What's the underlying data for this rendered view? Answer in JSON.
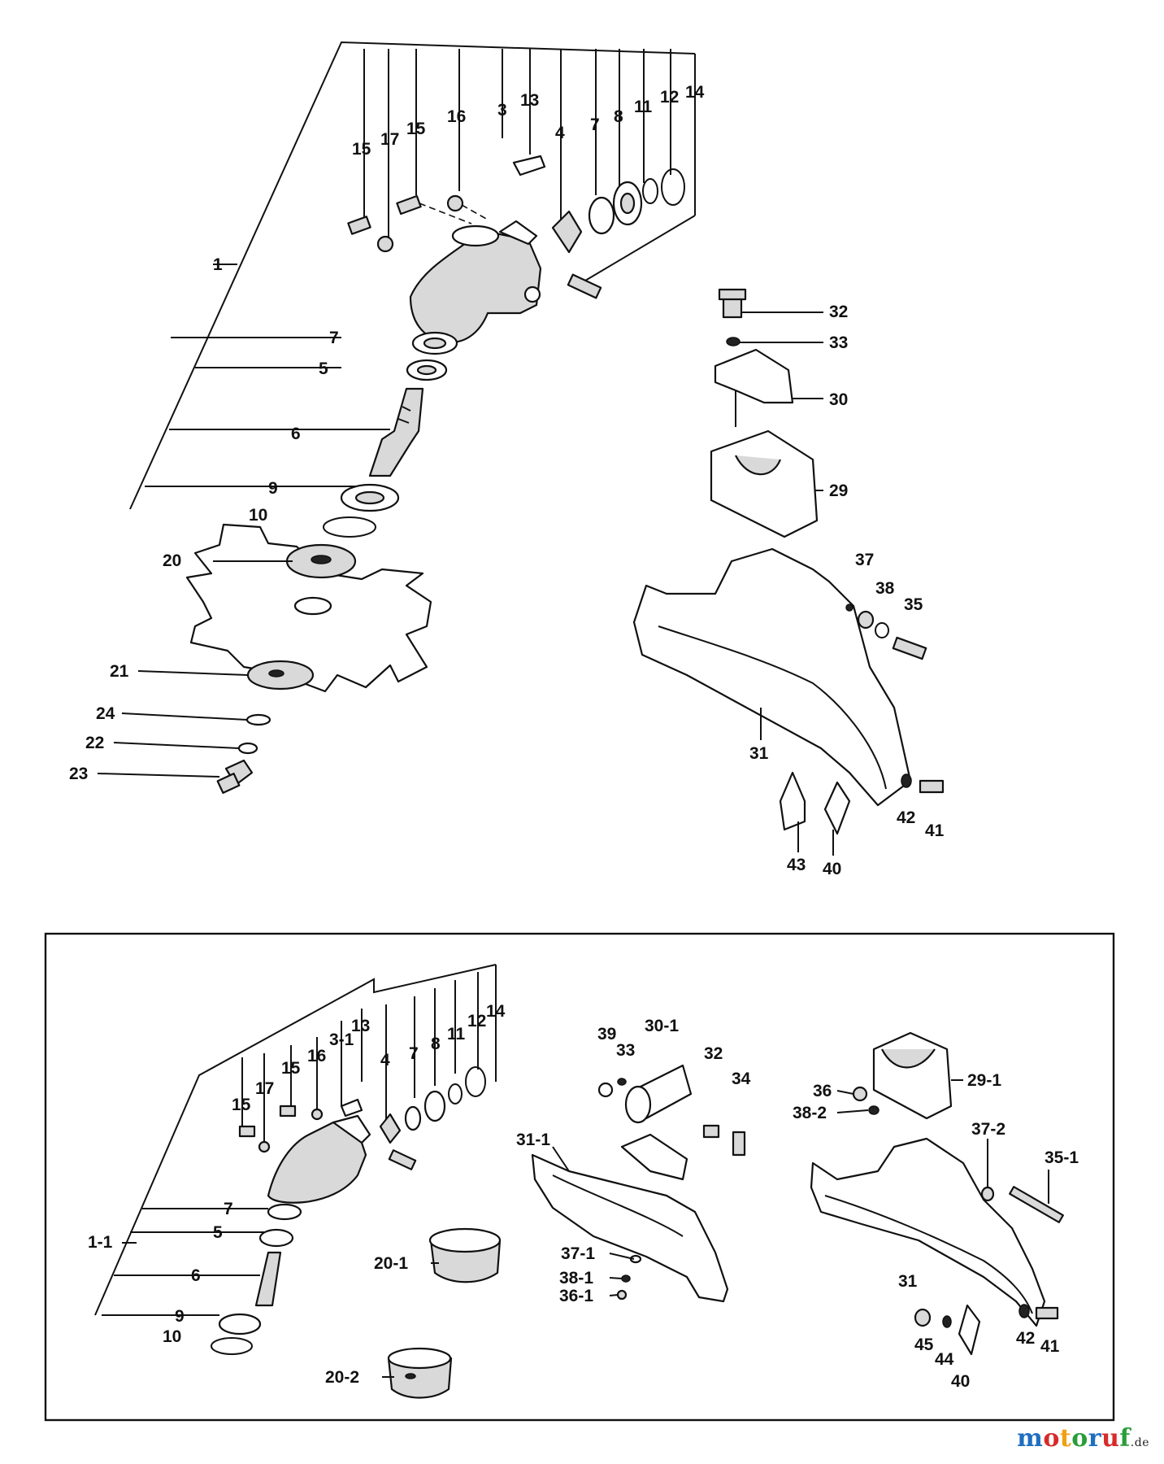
{
  "watermark": {
    "brand": "motoruf",
    "suffix": ".de"
  },
  "upper_assembly": {
    "labels": [
      "15",
      "17",
      "15",
      "16",
      "3",
      "13",
      "4",
      "7",
      "8",
      "11",
      "12",
      "14",
      "1",
      "7",
      "5",
      "6",
      "9",
      "10",
      "20",
      "21",
      "24",
      "22",
      "23",
      "32",
      "33",
      "30",
      "29",
      "37",
      "38",
      "35",
      "31",
      "42",
      "41",
      "43",
      "40"
    ]
  },
  "lower_assembly": {
    "labels": [
      "15",
      "17",
      "15",
      "16",
      "3-1",
      "13",
      "4",
      "7",
      "8",
      "11",
      "12",
      "14",
      "1-1",
      "7",
      "5",
      "6",
      "9",
      "10",
      "20-1",
      "20-2",
      "39",
      "33",
      "30-1",
      "32",
      "34",
      "31-1",
      "37-1",
      "38-1",
      "36-1",
      "36",
      "38-2",
      "29-1",
      "37-2",
      "35-1",
      "31",
      "45",
      "44",
      "40",
      "42",
      "41"
    ]
  }
}
